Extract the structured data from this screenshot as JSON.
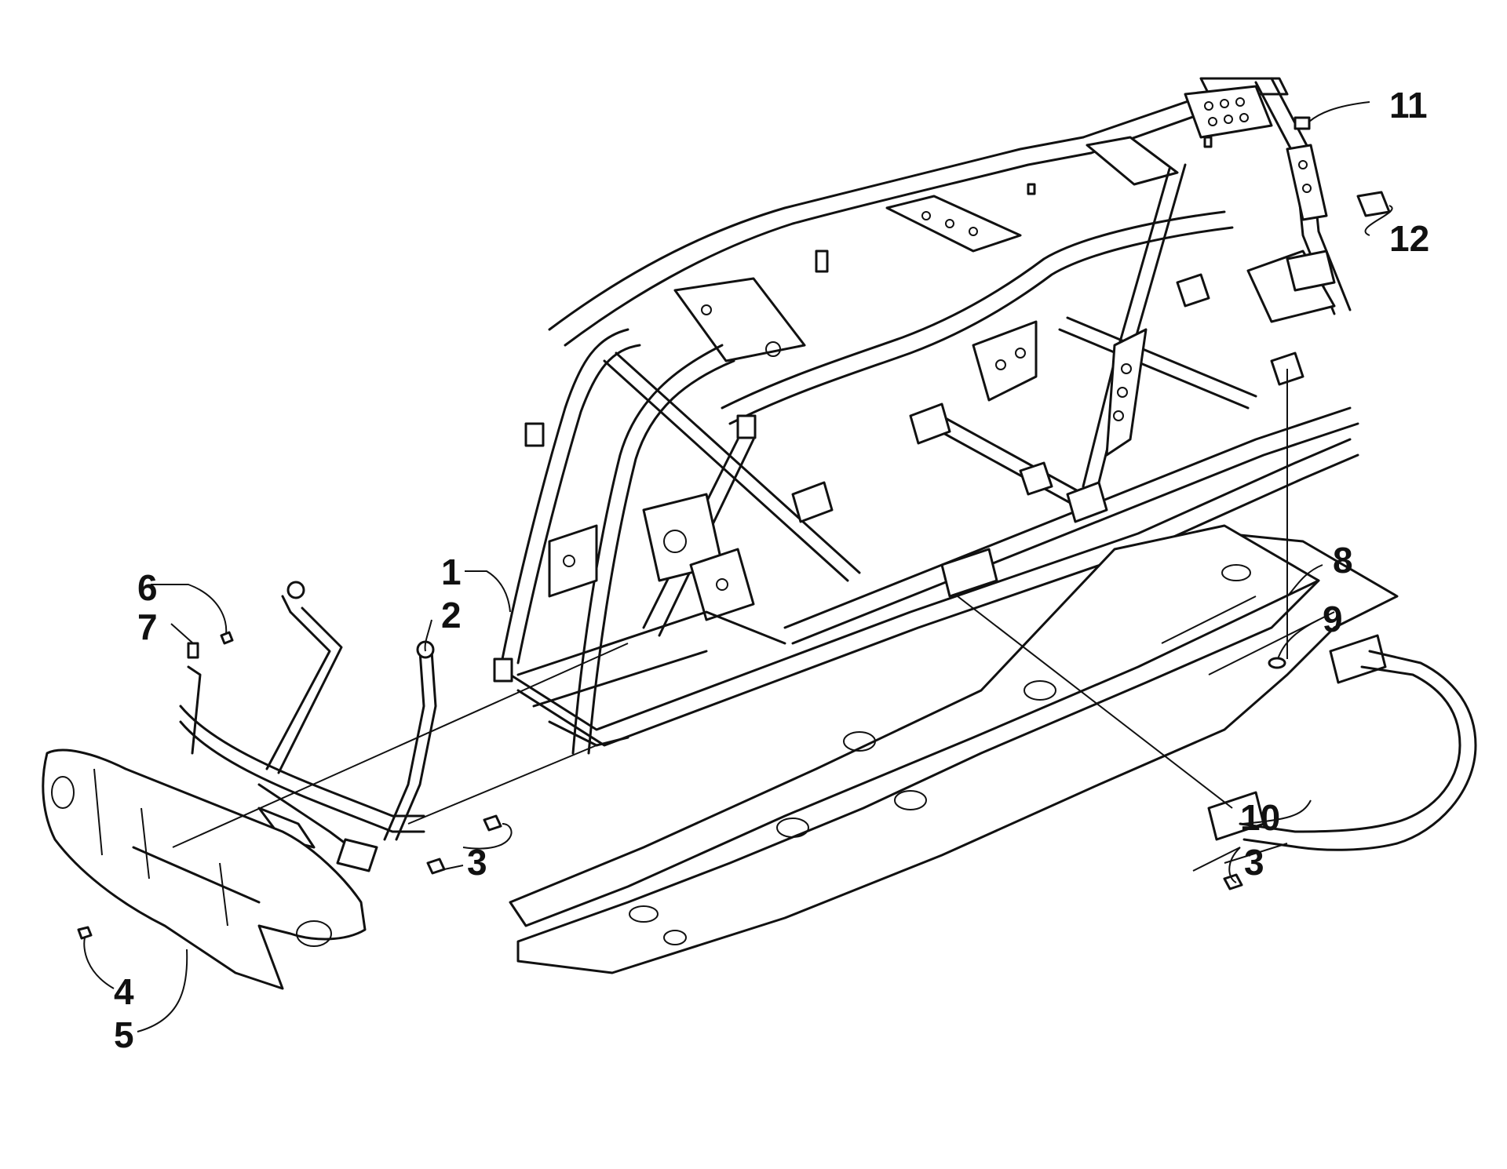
{
  "diagram": {
    "labels": [
      {
        "id": "1",
        "text": "1"
      },
      {
        "id": "2",
        "text": "2"
      },
      {
        "id": "3a",
        "text": "3"
      },
      {
        "id": "3b",
        "text": "3"
      },
      {
        "id": "4",
        "text": "4"
      },
      {
        "id": "5",
        "text": "5"
      },
      {
        "id": "6",
        "text": "6"
      },
      {
        "id": "7",
        "text": "7"
      },
      {
        "id": "8",
        "text": "8"
      },
      {
        "id": "9",
        "text": "9"
      },
      {
        "id": "10",
        "text": "10"
      },
      {
        "id": "11",
        "text": "11"
      },
      {
        "id": "12",
        "text": "12"
      }
    ]
  }
}
